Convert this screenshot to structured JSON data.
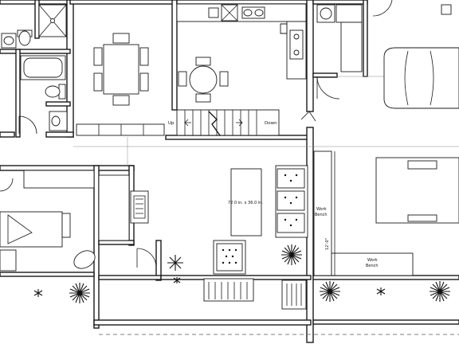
{
  "labels": {
    "stair_up": "Up",
    "stair_down": "Down",
    "table_size": "72.0 in. x 36.0 in.",
    "work_bench_1_line1": "Work",
    "work_bench_1_line2": "Bench",
    "work_bench_2_line1": "Work",
    "work_bench_2_line2": "Bench",
    "dimension": "12'-0\""
  },
  "colors": {
    "line": "#1a1a1a",
    "grid": "#888888",
    "background": "#ffffff"
  }
}
